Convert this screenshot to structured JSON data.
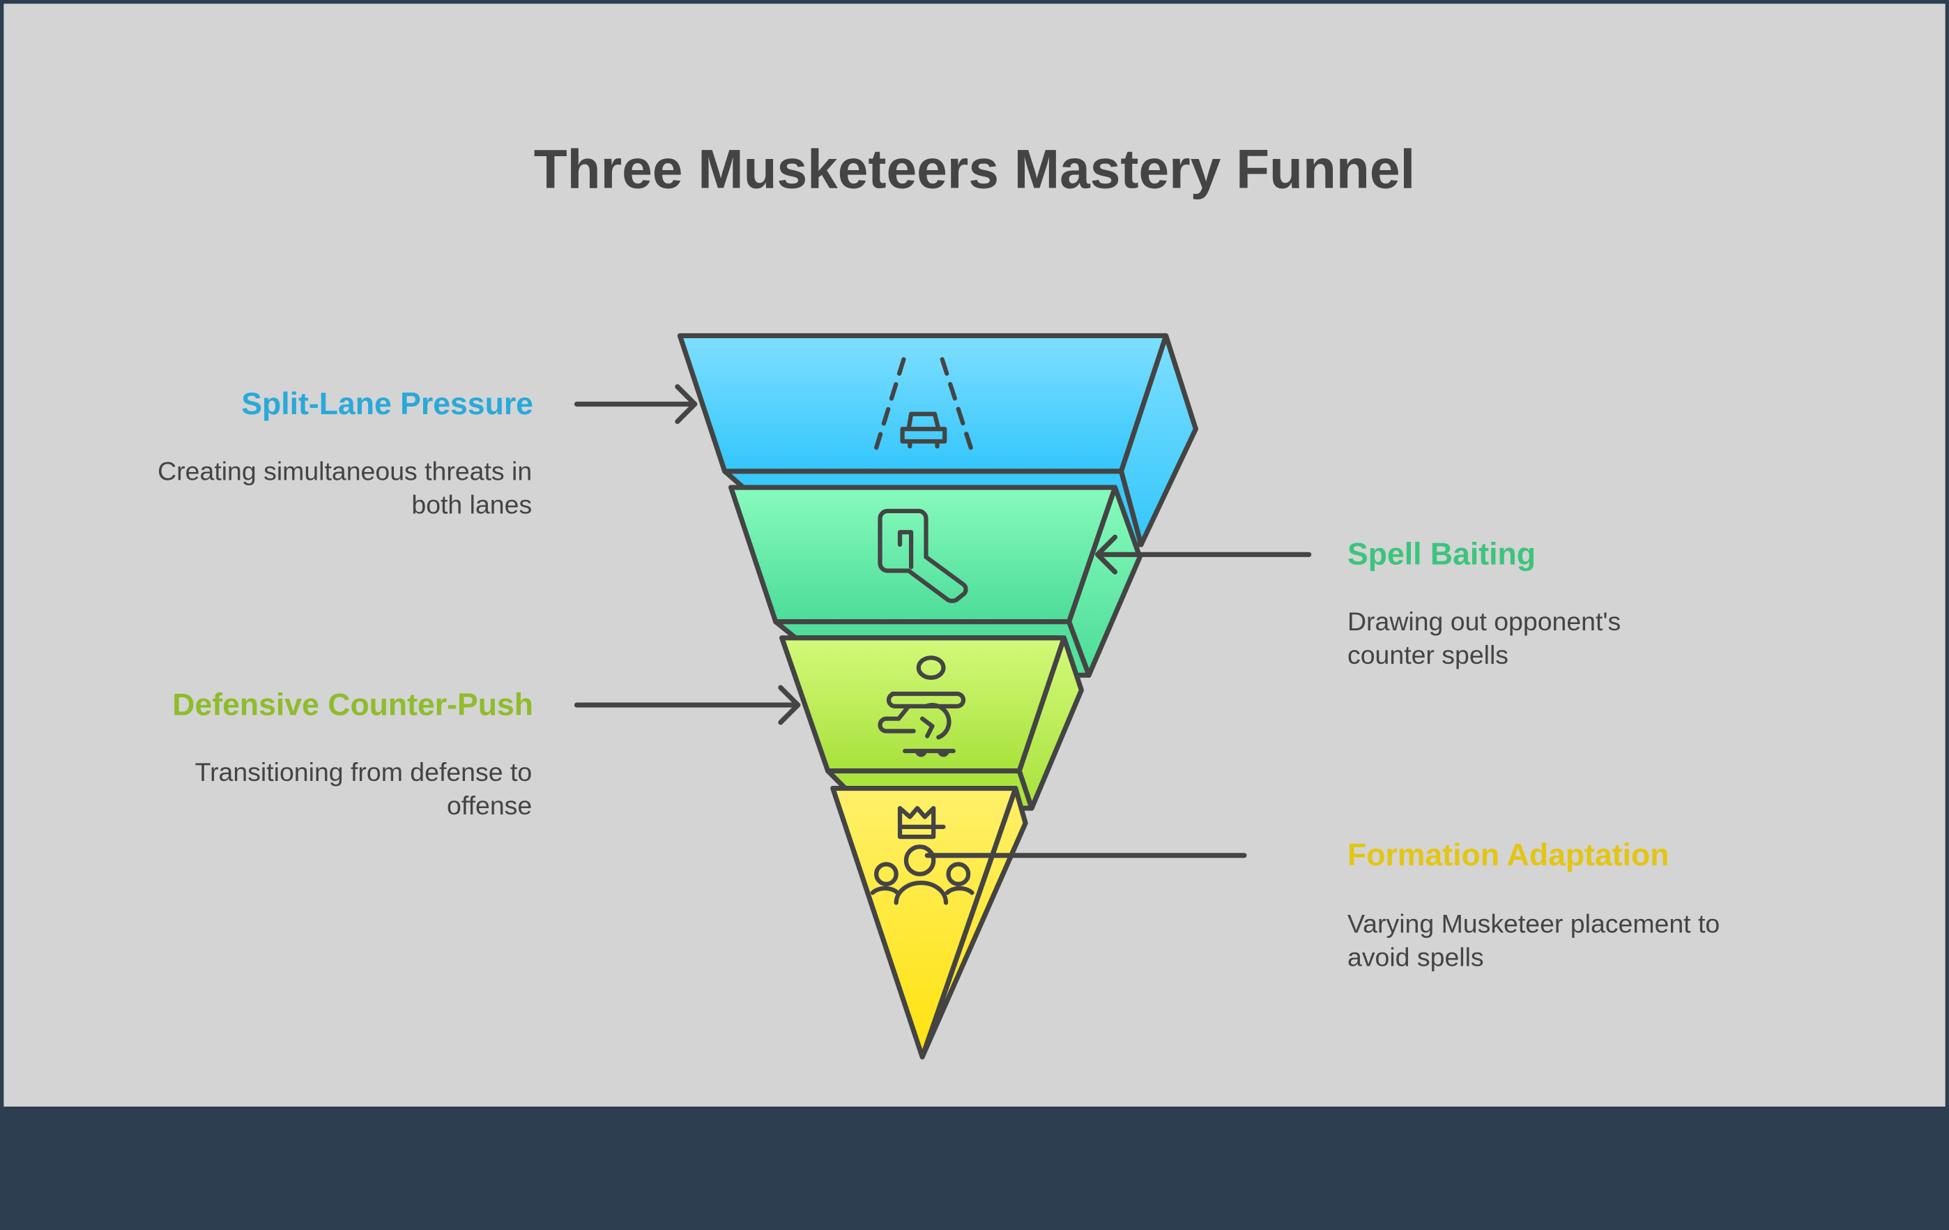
{
  "title": "Three Musketeers Mastery Funnel",
  "colors": {
    "blue": "#29a9d9",
    "green": "#3cc47c",
    "lime": "#8fbc2b",
    "yellow": "#e3c514",
    "stroke": "#444444",
    "footer": "#2c3e50"
  },
  "stages": [
    {
      "title": "Split-Lane Pressure",
      "description": "Creating simultaneous threats in both lanes",
      "icon": "road-car-icon"
    },
    {
      "title": "Spell Baiting",
      "description": "Drawing out opponent's counter spells",
      "icon": "wrench-icon"
    },
    {
      "title": "Defensive Counter-Push",
      "description": "Transitioning from defense to offense",
      "icon": "skateboarder-icon"
    },
    {
      "title": "Formation Adaptation",
      "description": "Varying Musketeer placement to avoid spells",
      "icon": "crown-group-icon"
    }
  ]
}
